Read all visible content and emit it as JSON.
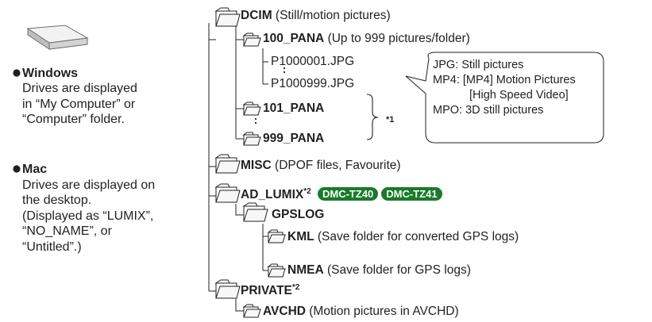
{
  "left_panel": {
    "windows": {
      "title": "Windows",
      "lines": [
        "Drives are displayed",
        "in “My Computer” or",
        "“Computer” folder."
      ]
    },
    "mac": {
      "title": "Mac",
      "lines": [
        "Drives are displayed on",
        "the desktop.",
        "(Displayed as “LUMIX”,",
        "“NO_NAME”, or",
        "“Untitled”.)"
      ]
    }
  },
  "tree": {
    "dcim": {
      "name": "DCIM",
      "desc": " (Still/motion pictures)"
    },
    "pana100": {
      "name": "100_PANA",
      "desc": " (Up to 999 pictures/folder)"
    },
    "file_first": "P1000001.JPG",
    "file_last": "P1000999.JPG",
    "pana101": {
      "name": "101_PANA"
    },
    "pana999": {
      "name": "999_PANA"
    },
    "footnote_mark": "*1",
    "misc": {
      "name": "MISC",
      "desc": " (DPOF files, Favourite)"
    },
    "ad_lumix": {
      "name": "AD_LUMIX",
      "mark": "*2",
      "models": [
        "DMC-TZ40",
        "DMC-TZ41"
      ]
    },
    "gpslog": {
      "name": "GPSLOG"
    },
    "kml": {
      "name": "KML",
      "desc": " (Save folder for converted GPS logs)"
    },
    "nmea": {
      "name": "NMEA",
      "desc": " (Save folder for GPS logs)"
    },
    "private": {
      "name": "PRIVATE",
      "mark": "*2"
    },
    "avchd": {
      "name": "AVCHD",
      "desc": " (Motion pictures in AVCHD)"
    }
  },
  "callout": {
    "lines": [
      "JPG: Still pictures",
      "MP4: [MP4] Motion Pictures",
      "[High Speed Video]",
      "MPO: 3D still pictures"
    ]
  },
  "colors": {
    "model_badge": "#1a7a2c",
    "text": "#231f20"
  }
}
